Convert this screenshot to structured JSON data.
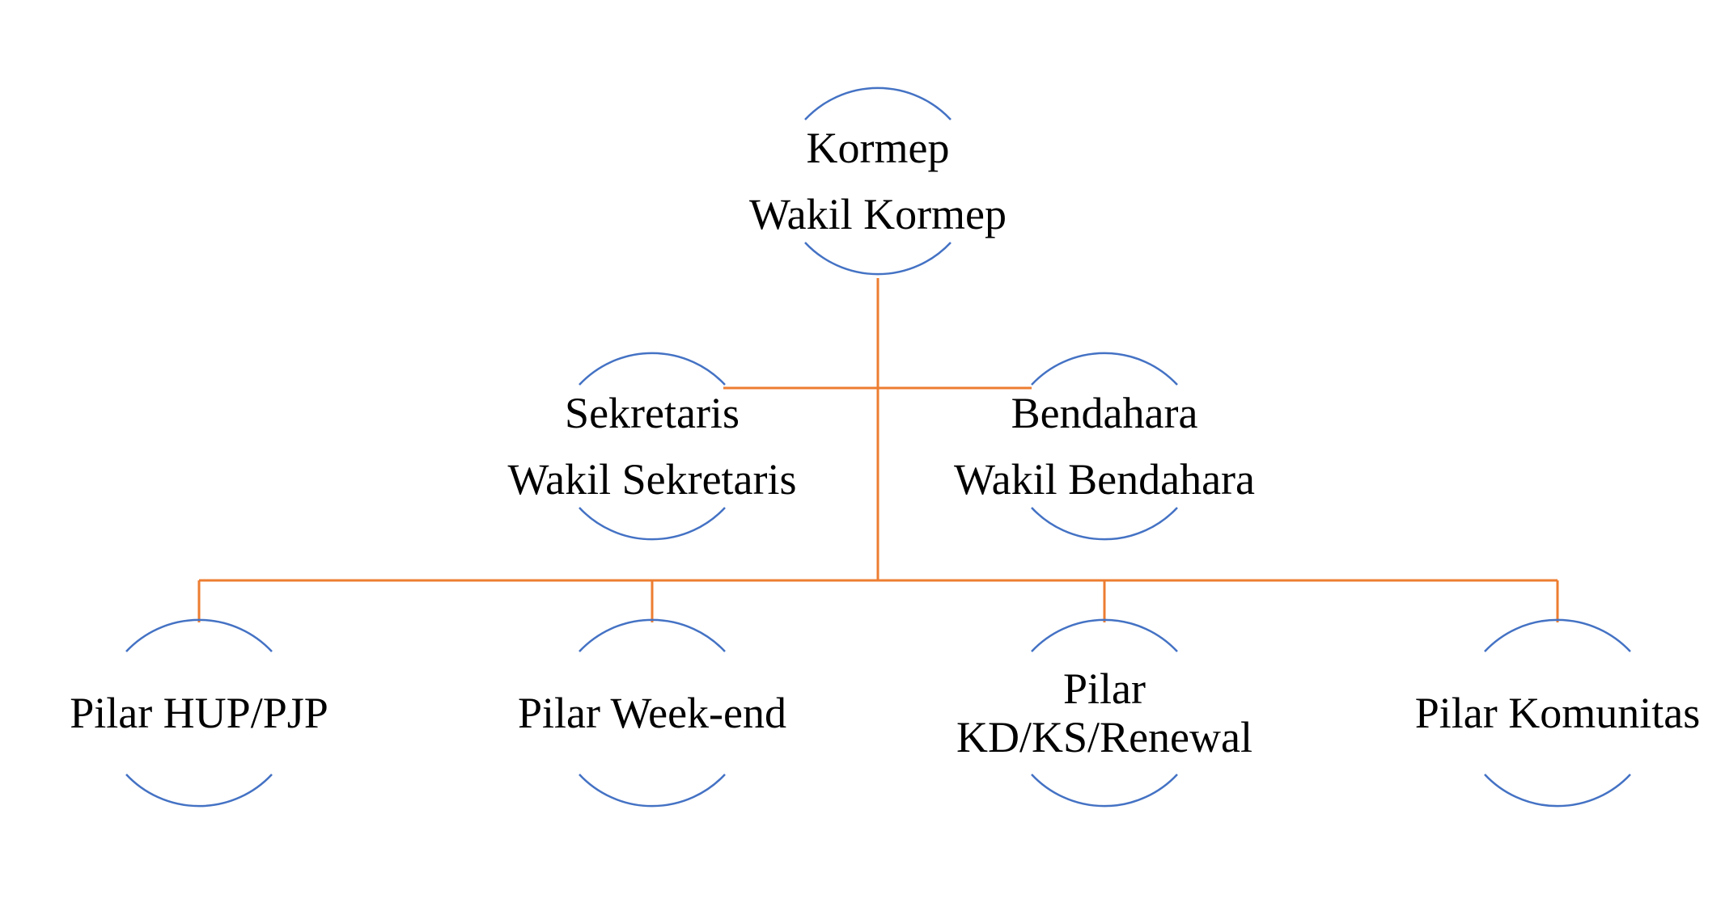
{
  "diagram": {
    "title": "",
    "connector_color": "#ED7D31",
    "arc_color": "#4472C4",
    "nodes": {
      "kormep": {
        "line1": "Kormep",
        "line2": "Wakil Kormep"
      },
      "sekretaris": {
        "line1": "Sekretaris",
        "line2": "Wakil Sekretaris"
      },
      "bendahara": {
        "line1": "Bendahara",
        "line2": "Wakil Bendahara"
      },
      "pilar_hup": {
        "line1": "Pilar HUP/PJP"
      },
      "pilar_weekend": {
        "line1": "Pilar Week-end"
      },
      "pilar_kd": {
        "line1": "Pilar",
        "line2": "KD/KS/Renewal"
      },
      "pilar_komunitas": {
        "line1": "Pilar Komunitas"
      }
    }
  }
}
